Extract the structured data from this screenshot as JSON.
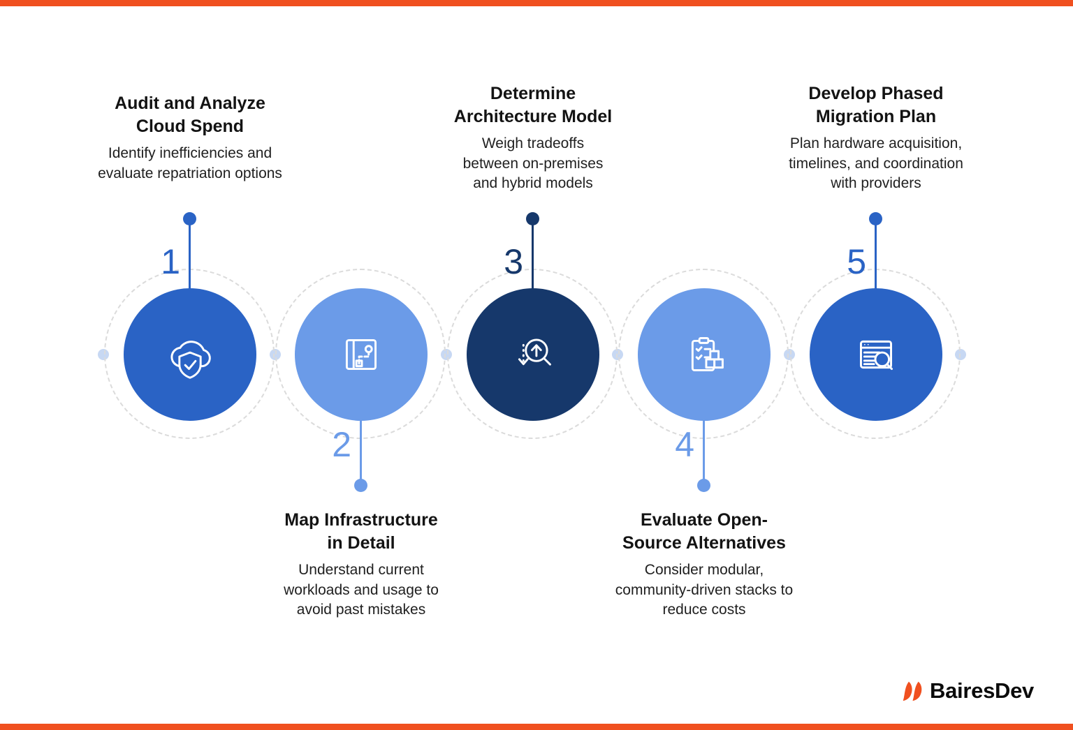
{
  "colors": {
    "accent_orange": "#F0501F",
    "step_blue_medium": "#2A63C5",
    "step_blue_light": "#6B9BE8",
    "step_blue_dark": "#16386B",
    "connector_dot": "#C7D8F3",
    "dashed_ring": "#DBDBDB",
    "title_text": "#131313",
    "body_text": "#1F1F1F"
  },
  "steps": [
    {
      "number": "1",
      "title": "Audit and Analyze\nCloud Spend",
      "description": "Identify inefficiencies and\nevaluate repatriation options",
      "placement": "top",
      "color": "#2A63C5",
      "icon": "cloud-shield-check-icon"
    },
    {
      "number": "2",
      "title": "Map Infrastructure\nin Detail",
      "description": "Understand current\nworkloads and usage to\navoid past mistakes",
      "placement": "bottom",
      "color": "#6B9BE8",
      "icon": "map-route-icon"
    },
    {
      "number": "3",
      "title": "Determine\nArchitecture Model",
      "description": "Weigh tradeoffs\nbetween on-premises\nand hybrid models",
      "placement": "top",
      "color": "#16386B",
      "icon": "magnifier-arrows-icon"
    },
    {
      "number": "4",
      "title": "Evaluate Open-\nSource Alternatives",
      "description": "Consider modular,\ncommunity-driven stacks to\nreduce costs",
      "placement": "bottom",
      "color": "#6B9BE8",
      "icon": "checklist-boxes-icon"
    },
    {
      "number": "5",
      "title": "Develop Phased\nMigration Plan",
      "description": "Plan hardware acquisition,\ntimelines, and coordination\nwith providers",
      "placement": "top",
      "color": "#2A63C5",
      "icon": "browser-search-icon"
    }
  ],
  "brand": {
    "name": "BairesDev"
  }
}
